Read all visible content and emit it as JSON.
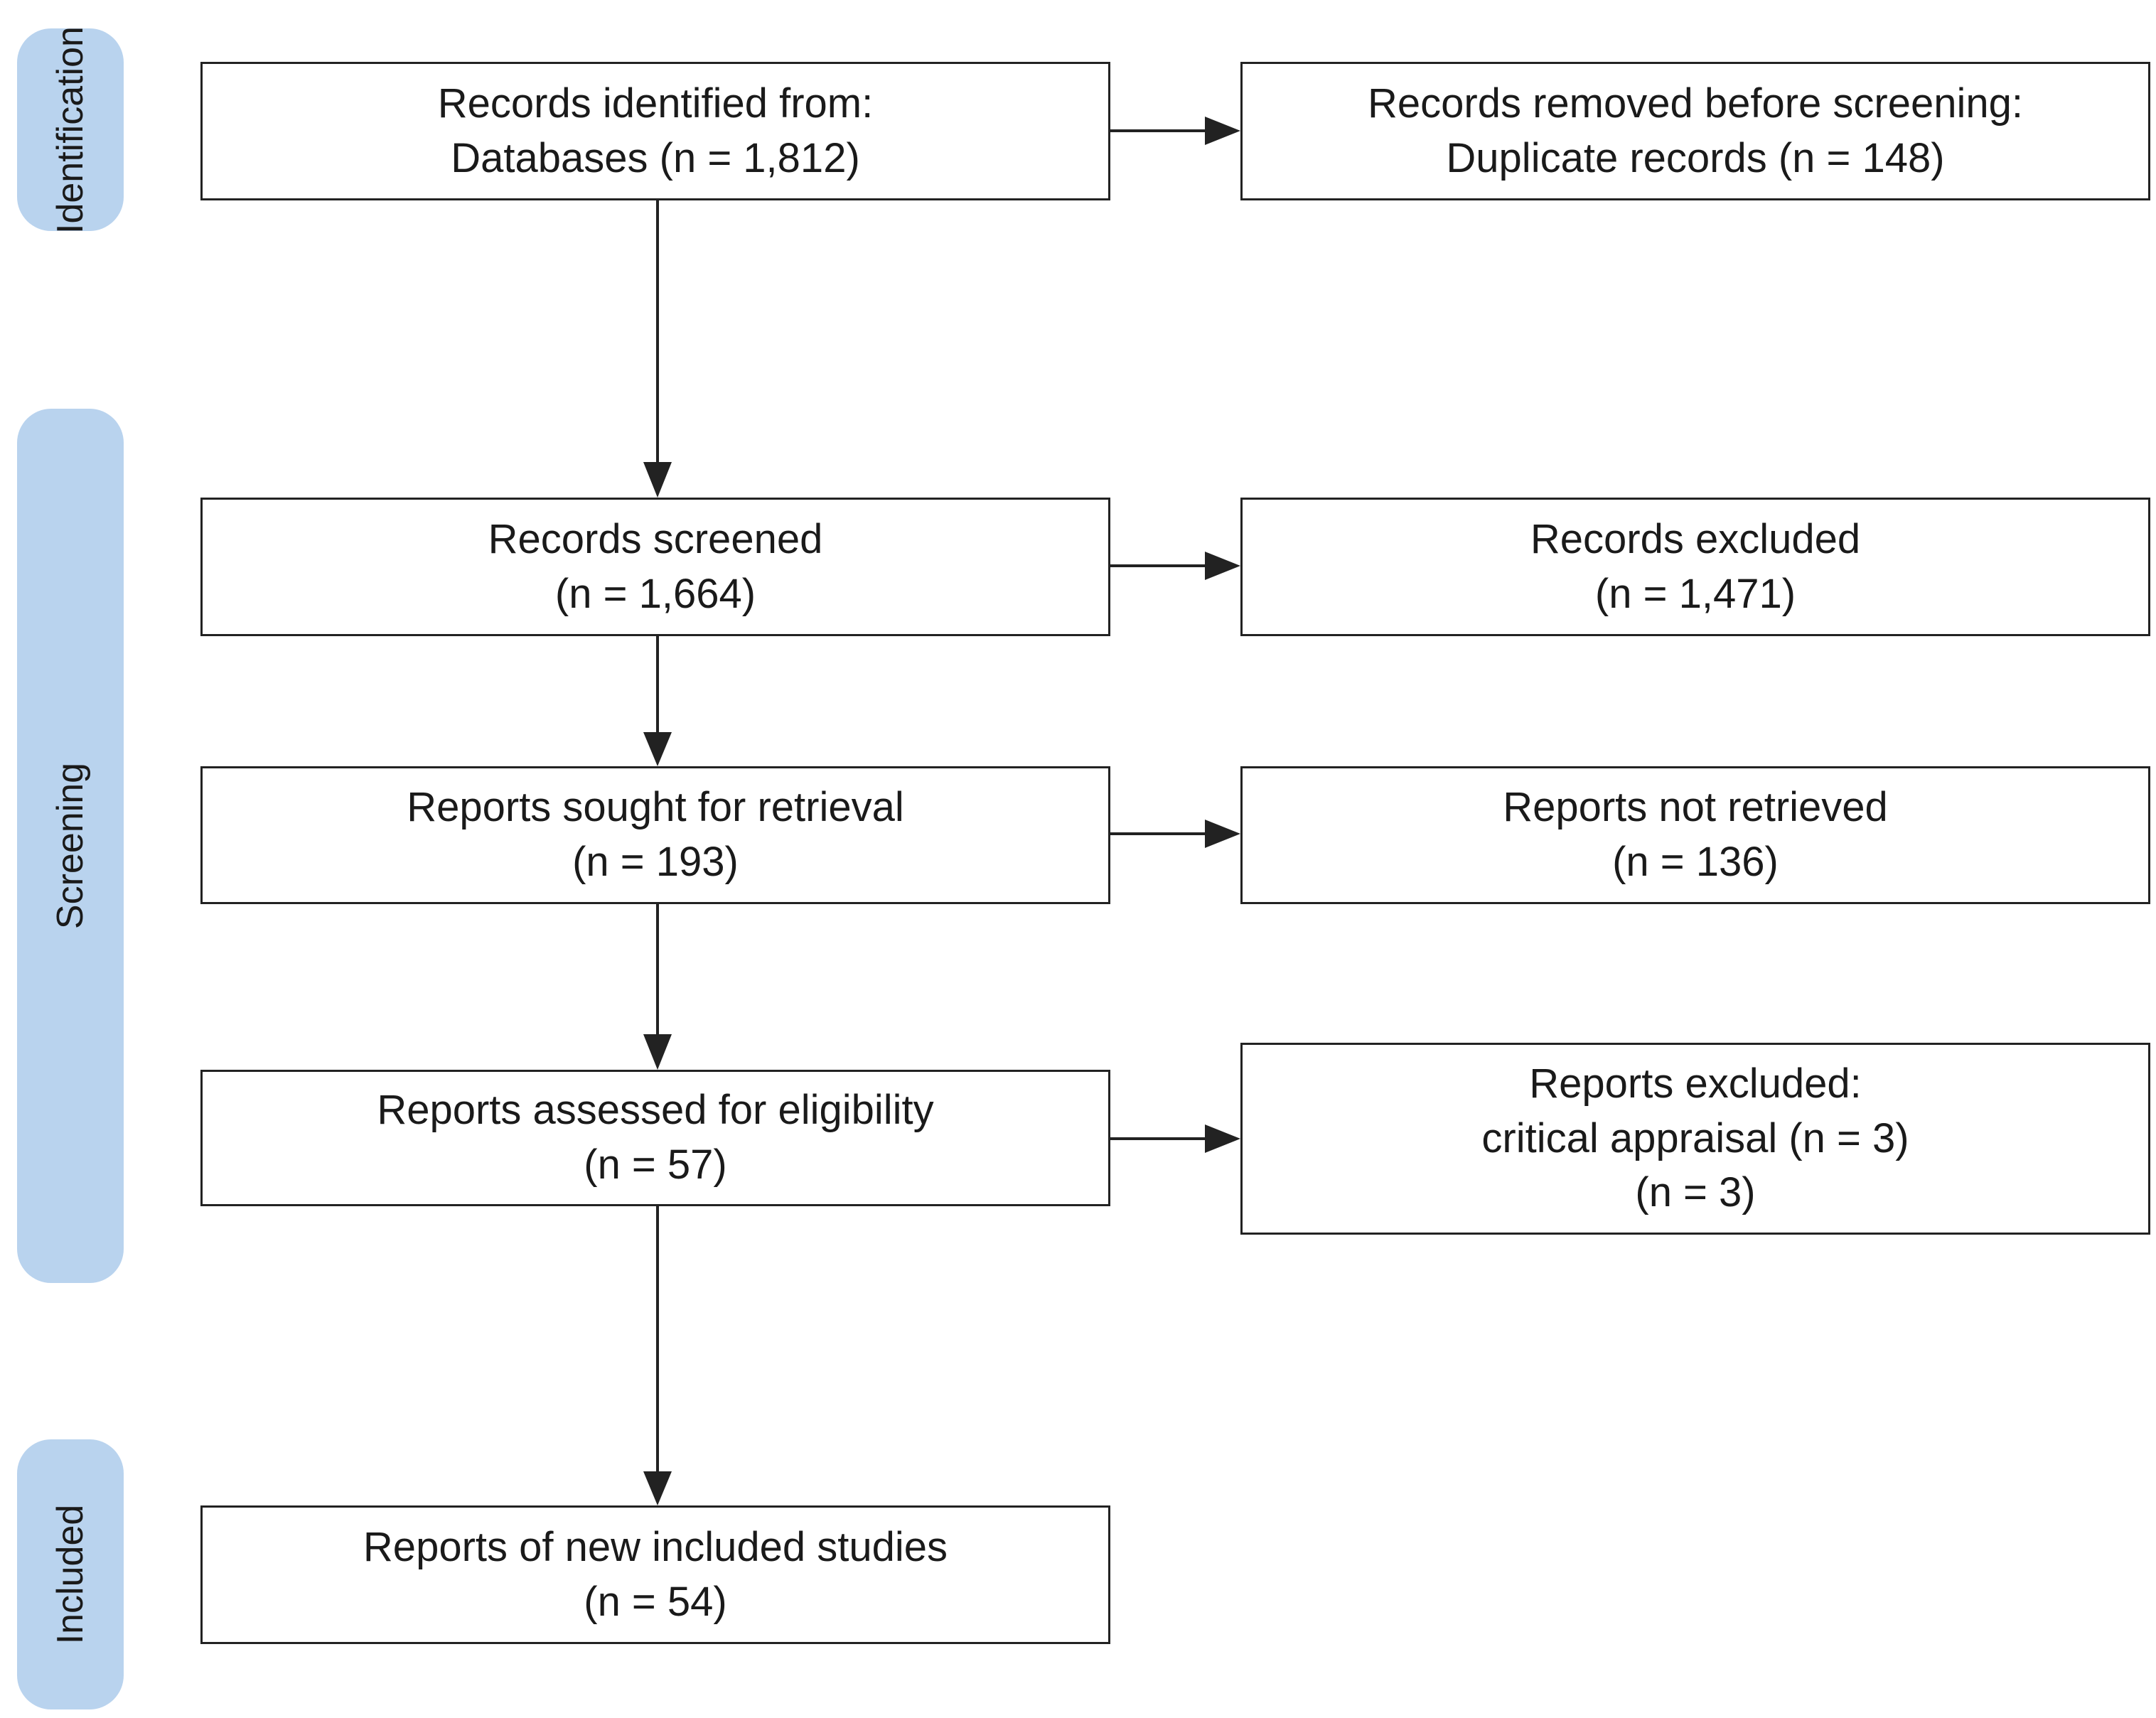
{
  "phases": {
    "identification": "Identification",
    "screening": "Screening",
    "included": "Included"
  },
  "boxes": {
    "records_identified": {
      "line1": "Records identified from:",
      "line2": "Databases (n = 1,812)"
    },
    "records_removed": {
      "line1": "Records removed before screening:",
      "line2": "Duplicate records (n = 148)"
    },
    "records_screened": {
      "line1": "Records screened",
      "line2": "(n = 1,664)"
    },
    "records_excluded": {
      "line1": "Records excluded",
      "line2": "(n = 1,471)"
    },
    "reports_sought": {
      "line1": "Reports sought for retrieval",
      "line2": "(n = 193)"
    },
    "reports_not_retrieved": {
      "line1": "Reports not retrieved",
      "line2": "(n = 136)"
    },
    "reports_assessed": {
      "line1": "Reports assessed for eligibility",
      "line2": "(n = 57)"
    },
    "reports_excluded": {
      "line1": "Reports excluded:",
      "line2": "critical appraisal (n = 3)",
      "line3": "(n = 3)"
    },
    "reports_included": {
      "line1": "Reports of new included studies",
      "line2": "(n = 54)"
    }
  },
  "colors": {
    "phase_fill": "#b9d3ee",
    "box_border": "#222222",
    "arrow": "#222222"
  }
}
